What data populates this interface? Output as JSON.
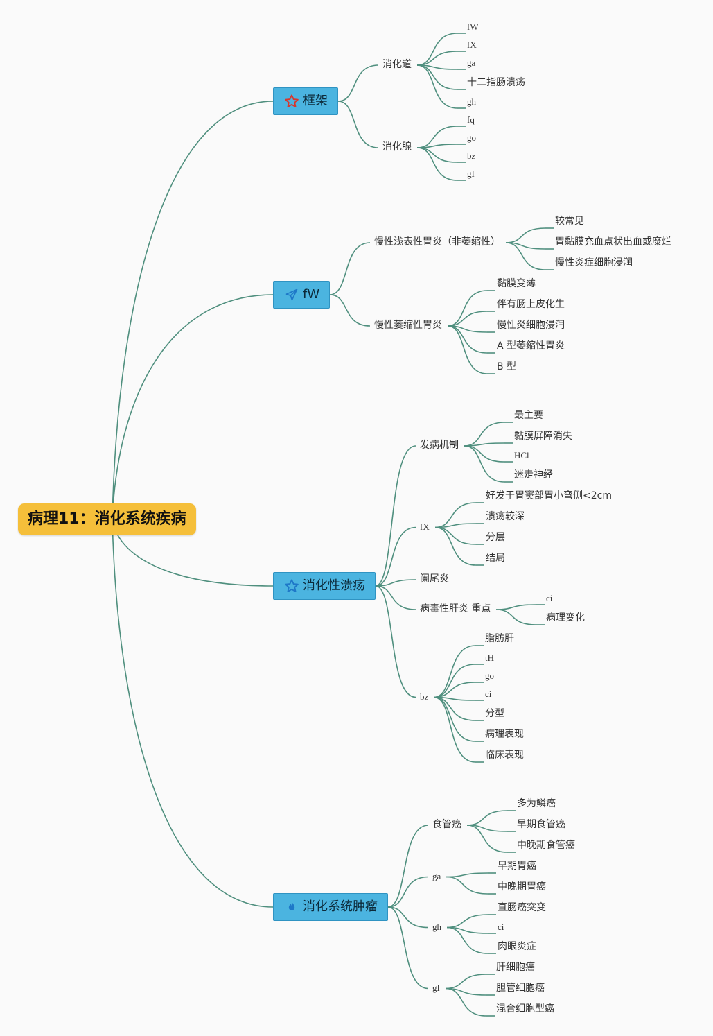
{
  "root": {
    "label": "病理11：消化系统疾病"
  },
  "branches": [
    {
      "label": "框架",
      "icon": "star-outline-red-icon",
      "children": [
        {
          "label": "消化道",
          "children": [
            "fW",
            "fX",
            "ga",
            "十二指肠溃疡",
            "gh"
          ]
        },
        {
          "label": "消化腺",
          "children": [
            "fq",
            "go",
            "bz",
            "gI"
          ]
        }
      ]
    },
    {
      "label": "fW",
      "icon": "paper-plane-icon",
      "children": [
        {
          "label": "慢性浅表性胃炎（非萎缩性）",
          "children": [
            "较常见",
            "胃黏膜充血点状出血或糜烂",
            "慢性炎症细胞浸润"
          ]
        },
        {
          "label": "慢性萎缩性胃炎",
          "children": [
            "黏膜变薄",
            "伴有肠上皮化生",
            "慢性炎细胞浸润",
            "A 型萎缩性胃炎",
            "B 型"
          ]
        }
      ]
    },
    {
      "label": "消化性溃疡",
      "icon": "star-outline-blue-icon",
      "children": [
        {
          "label": "发病机制",
          "children": [
            "最主要",
            "黏膜屏障消失",
            "HCl",
            "迷走神经"
          ]
        },
        {
          "label": "fX",
          "children": [
            "好发于胃窦部胃小弯侧<2cm",
            "溃疡较深",
            "分层",
            "结局"
          ]
        },
        {
          "label": "阑尾炎",
          "children": []
        },
        {
          "label": "病毒性肝炎 重点",
          "children": [
            "ci",
            "病理变化"
          ]
        },
        {
          "label": "bz",
          "children": [
            "脂肪肝",
            "tH",
            "go",
            "ci",
            "分型",
            "病理表现",
            "临床表现"
          ]
        }
      ]
    },
    {
      "label": "消化系统肿瘤",
      "icon": "flame-icon",
      "children": [
        {
          "label": "食管癌",
          "children": [
            "多为鳞癌",
            "早期食管癌",
            "中晚期食管癌"
          ]
        },
        {
          "label": "ga",
          "children": [
            "早期胃癌",
            "中晚期胃癌"
          ]
        },
        {
          "label": "gh",
          "children": [
            "直肠癌突变",
            "ci",
            "肉眼炎症"
          ]
        },
        {
          "label": "gI",
          "children": [
            "肝细胞癌",
            "胆管细胞癌",
            "混合细胞型癌"
          ]
        }
      ]
    }
  ],
  "colors": {
    "background": "#fafafa",
    "connector": "#4f8f7e",
    "root_fill": "#f5bf3a",
    "branch_fill": "#4bb4e0",
    "branch_border": "#2f93c2",
    "text": "#333333"
  }
}
